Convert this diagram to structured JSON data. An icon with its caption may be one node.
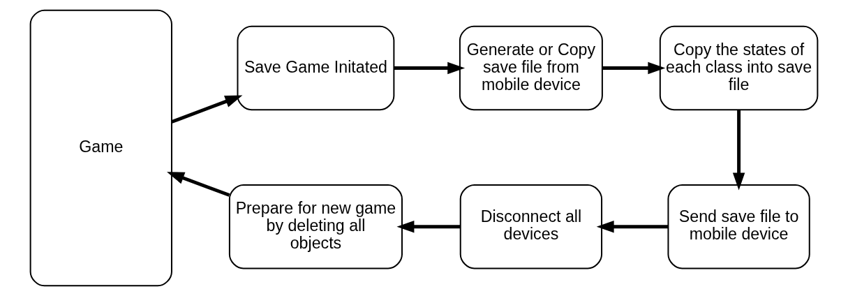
{
  "diagram": {
    "nodes": [
      {
        "text": [
          "Game"
        ]
      },
      {
        "text": [
          "Save Game Initated"
        ]
      },
      {
        "text": [
          "Generate or Copy save file from mobile device"
        ]
      },
      {
        "text": [
          "Copy the states of each class into save file"
        ]
      },
      {
        "text": [
          "Send save file to mobile device"
        ]
      },
      {
        "text": [
          "Disconnect all devices"
        ]
      },
      {
        "text": [
          "Prepare for new game by deleting all objects"
        ]
      }
    ],
    "edges": [
      {
        "from": 0,
        "to": 1,
        "arrow": "to"
      },
      {
        "from": 1,
        "to": 2,
        "arrow": "to"
      },
      {
        "from": 2,
        "to": 3,
        "arrow": "to"
      },
      {
        "from": 3,
        "to": 4,
        "arrow": "to"
      },
      {
        "from": 4,
        "to": 5,
        "arrow": "to"
      },
      {
        "from": 5,
        "to": 6,
        "arrow": "to"
      },
      {
        "from": 6,
        "to": 0,
        "arrow": "to"
      }
    ]
  }
}
